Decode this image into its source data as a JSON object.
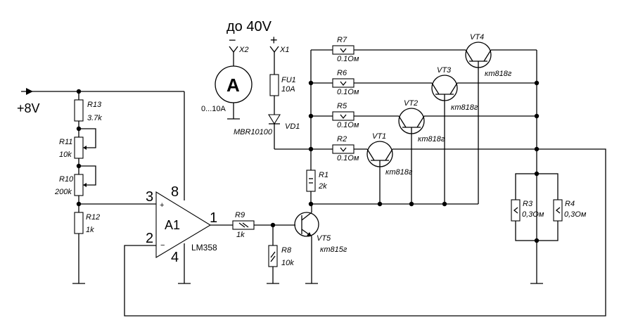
{
  "supply": {
    "plus8v": "+8V",
    "upto40v": "до 40V",
    "minus": "−",
    "plus": "+"
  },
  "connectors": {
    "x1": "X1",
    "x2": "X2"
  },
  "ammeter": {
    "symbol": "A",
    "range": "0...10A"
  },
  "fuse": {
    "ref": "FU1",
    "value": "10A"
  },
  "diode": {
    "ref": "VD1",
    "part": "MBR10100"
  },
  "divider": [
    {
      "ref": "R13",
      "value": "3.7k"
    },
    {
      "ref": "R11",
      "value": "10k"
    },
    {
      "ref": "R10",
      "value": "200k"
    },
    {
      "ref": "R12",
      "value": "1k"
    }
  ],
  "opamp": {
    "ref": "A1",
    "part": "LM358",
    "pin_plus": "3",
    "pin_minus": "2",
    "pin_out": "1",
    "pin_vcc": "8",
    "pin_gnd": "4",
    "plus_sign": "+",
    "minus_sign": "−"
  },
  "r9": {
    "ref": "R9",
    "value": "1k"
  },
  "r8": {
    "ref": "R8",
    "value": "10k"
  },
  "r1": {
    "ref": "R1",
    "value": "2k"
  },
  "vt5": {
    "ref": "VT5",
    "part": "кт815г"
  },
  "emitter_resistors": [
    {
      "ref": "R7",
      "value": "0.1Ом"
    },
    {
      "ref": "R6",
      "value": "0.1Ом"
    },
    {
      "ref": "R5",
      "value": "0.1Ом"
    },
    {
      "ref": "R2",
      "value": "0.1Ом"
    }
  ],
  "power_transistors": [
    {
      "ref": "VT4",
      "part": "кт818г"
    },
    {
      "ref": "VT3",
      "part": "кт818г"
    },
    {
      "ref": "VT2",
      "part": "кт818г"
    },
    {
      "ref": "VT1",
      "part": "кт818г"
    }
  ],
  "shunts": [
    {
      "ref": "R3",
      "value": "0,3Ом"
    },
    {
      "ref": "R4",
      "value": "0,3Ом"
    }
  ]
}
